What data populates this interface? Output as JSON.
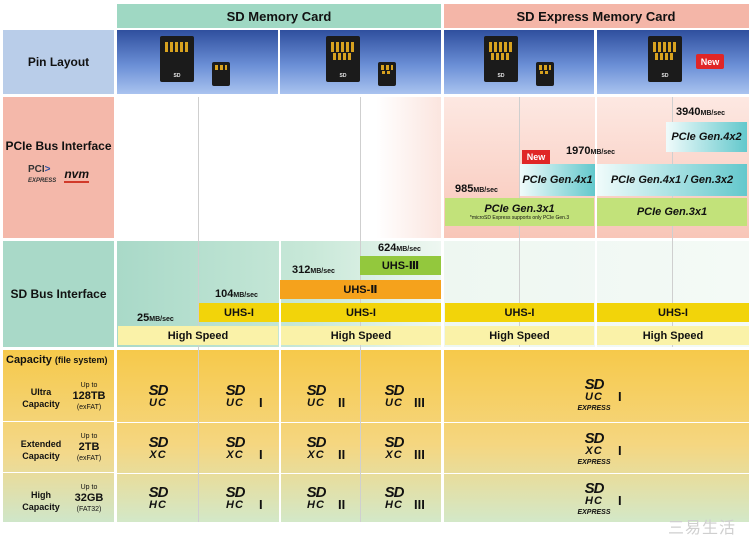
{
  "headers": {
    "sd_memory_card": "SD Memory Card",
    "sd_express_memory_card": "SD Express Memory Card"
  },
  "rows": {
    "pin_layout": "Pin Layout",
    "pcie_bus_interface": "PCIe Bus Interface",
    "sd_bus_interface": "SD Bus Interface",
    "capacity_title": "Capacity",
    "capacity_sub": "(file system)"
  },
  "pcie_logos": {
    "pci_express": "PCI",
    "pci_express_sub": "EXPRESS",
    "nvme": "nvm"
  },
  "pin_cards": {
    "card_label": "SD",
    "new_badge": "New"
  },
  "pcie": {
    "speed_985": {
      "value": "985",
      "unit": "MB/sec"
    },
    "speed_1970": {
      "value": "1970",
      "unit": "MB/sec"
    },
    "speed_3940": {
      "value": "3940",
      "unit": "MB/sec"
    },
    "new_badge": "New",
    "gen3x1": "PCIe Gen.3x1",
    "gen3x1_note": "*microSD Express supports only PCIe Gen.3",
    "gen4x1": "PCIe Gen.4x1",
    "gen4x1_gen3x2": "PCIe Gen.4x1 / Gen.3x2",
    "gen4x2": "PCIe Gen.4x2",
    "gen3x1_right": "PCIe Gen.3x1"
  },
  "sdbus": {
    "speed_25": {
      "value": "25",
      "unit": "MB/sec"
    },
    "speed_104": {
      "value": "104",
      "unit": "MB/sec"
    },
    "speed_312": {
      "value": "312",
      "unit": "MB/sec"
    },
    "speed_624": {
      "value": "624",
      "unit": "MB/sec"
    },
    "uhs3": "UHS-Ⅲ",
    "uhs2": "UHS-Ⅱ",
    "uhs1": "UHS-I",
    "high_speed": "High Speed"
  },
  "capacity": [
    {
      "name": "Ultra Capacity",
      "upto": "Up to",
      "size": "128TB",
      "fs": "(exFAT)"
    },
    {
      "name": "Extended Capacity",
      "upto": "Up to",
      "size": "2TB",
      "fs": "(exFAT)"
    },
    {
      "name": "High Capacity",
      "upto": "Up to",
      "size": "32GB",
      "fs": "(FAT32)"
    }
  ],
  "logos": {
    "sd": "SD",
    "uc": "UC",
    "xc": "XC",
    "hc": "HC",
    "roman_1": "I",
    "roman_2": "II",
    "roman_3": "III",
    "express": "EXPRESS"
  },
  "watermark": "三易生活",
  "colors": {
    "green_header": "#9fd8c3",
    "pink_header": "#f4b6a8",
    "uhs1_yellow": "#f2d40a",
    "uhs2_orange": "#f5a21c",
    "uhs3_green": "#93c83d",
    "pcie_blue": "#5ac2c8",
    "pcie_lime": "#b5da68",
    "high_speed_yellow": "#faf2a8"
  }
}
